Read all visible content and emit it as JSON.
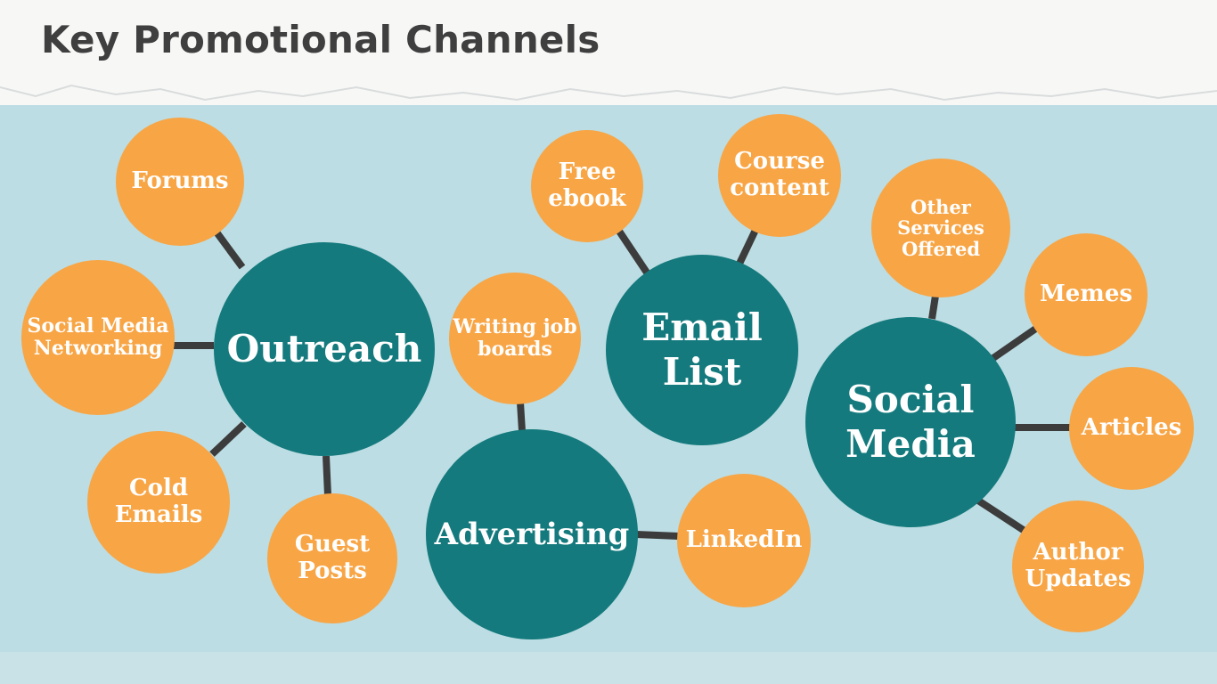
{
  "header": {
    "title": "Key Promotional Channels"
  },
  "colors": {
    "hub": "#147a7d",
    "leaf": "#f8a545",
    "background": "#bcdde3",
    "connector": "#3c3c3c"
  },
  "diagram": {
    "hubs": [
      {
        "id": "outreach",
        "label": "Outreach",
        "children": [
          "Forums",
          "Social Media\nNetworking",
          "Cold\nEmails",
          "Guest\nPosts"
        ]
      },
      {
        "id": "advertising",
        "label": "Advertising",
        "children": [
          "Writing job\nboards",
          "LinkedIn"
        ]
      },
      {
        "id": "email-list",
        "label": "Email\nList",
        "children": [
          "Free\nebook",
          "Course\ncontent"
        ]
      },
      {
        "id": "social-media",
        "label": "Social\nMedia",
        "children": [
          "Other\nServices\nOffered",
          "Memes",
          "Articles",
          "Author\nUpdates"
        ]
      }
    ]
  }
}
